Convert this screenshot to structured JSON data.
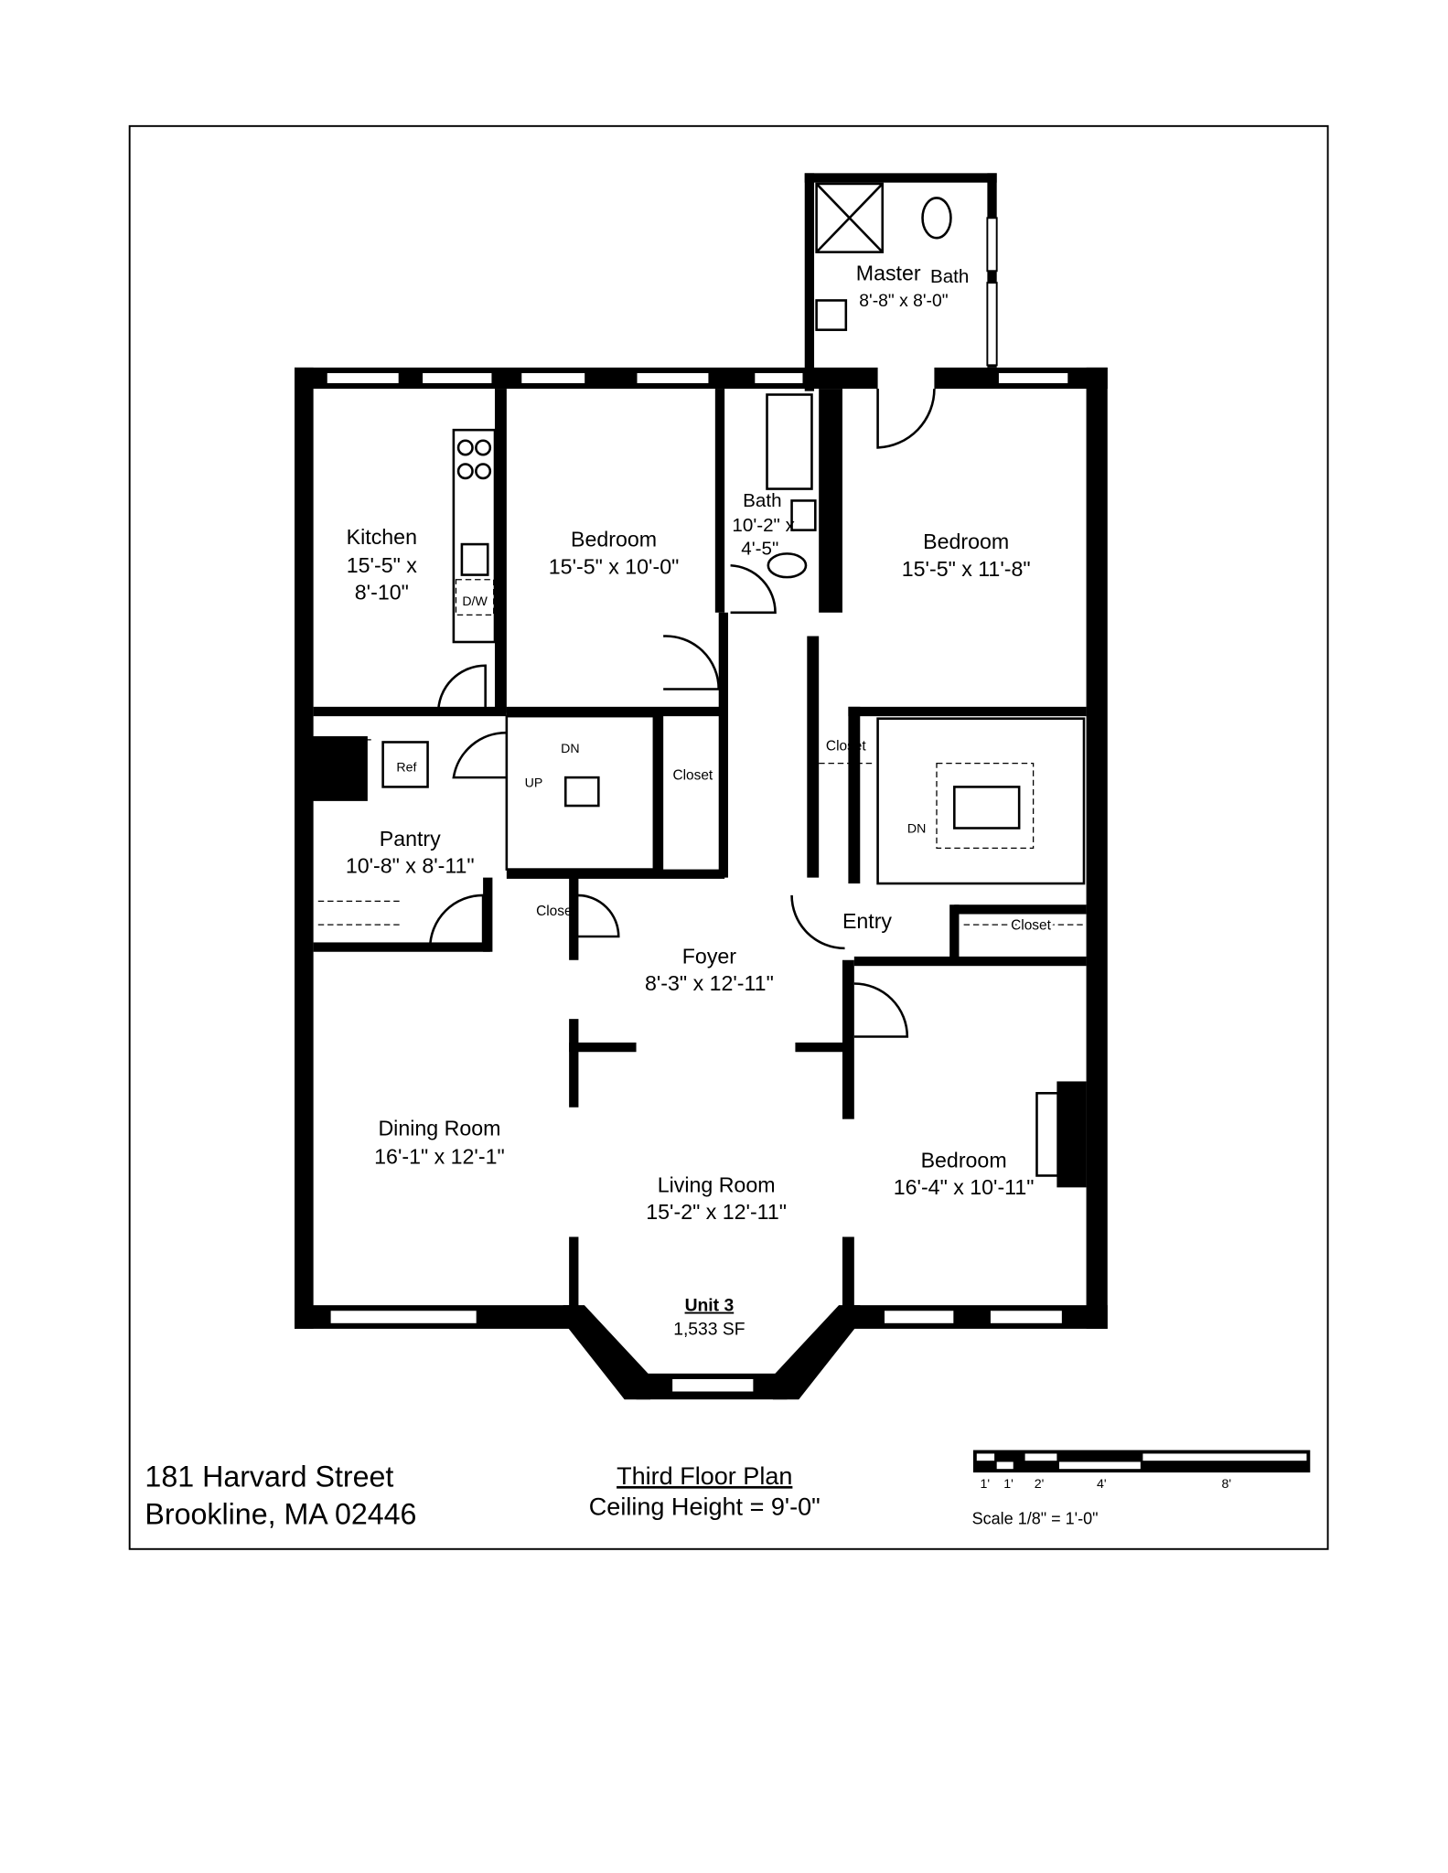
{
  "address": {
    "line1": "181 Harvard Street",
    "line2": "Brookline, MA 02446"
  },
  "plan": {
    "title": "Third Floor Plan",
    "ceiling": "Ceiling Height = 9'-0\""
  },
  "unit": {
    "name": "Unit 3",
    "area": "1,533 SF"
  },
  "scale": {
    "labels": [
      "1'",
      "1'",
      "2'",
      "4'",
      "8'"
    ],
    "text": "Scale  1/8\" = 1'-0\""
  },
  "rooms": {
    "master_bath": {
      "name_a": "Master",
      "name_b": "Bath",
      "dims": "8'-8\" x 8'-0\""
    },
    "kitchen": {
      "name": "Kitchen",
      "dims_a": "15'-5\" x",
      "dims_b": "8'-10\""
    },
    "bedroom1": {
      "name": "Bedroom",
      "dims": "15'-5\" x 10'-0\""
    },
    "bath": {
      "name": "Bath",
      "dims_a": "10'-2\" x",
      "dims_b": "4'-5\""
    },
    "bedroom2": {
      "name": "Bedroom",
      "dims": "15'-5\" x 11'-8\""
    },
    "pantry": {
      "name": "Pantry",
      "dims": "10'-8\" x 8'-11\""
    },
    "foyer": {
      "name": "Foyer",
      "dims": "8'-3\" x 12'-11\""
    },
    "entry": {
      "name": "Entry"
    },
    "dining": {
      "name": "Dining Room",
      "dims": "16'-1\" x 12'-1\""
    },
    "living": {
      "name": "Living Room",
      "dims": "15'-2\" x 12'-11\""
    },
    "bedroom3": {
      "name": "Bedroom",
      "dims": "16'-4\" x 10'-11\""
    }
  },
  "labels": {
    "closet": "Closet",
    "ref": "Ref",
    "dw": "D/W",
    "dn": "DN",
    "up": "UP"
  }
}
